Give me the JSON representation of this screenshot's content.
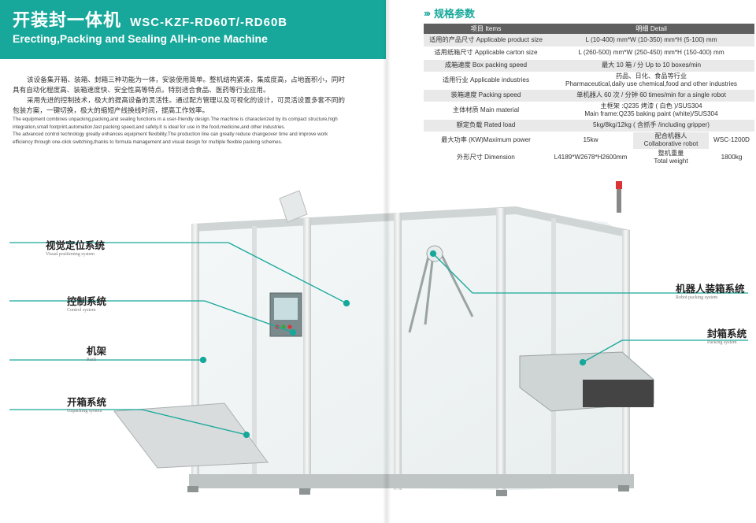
{
  "header": {
    "title_cn": "开装封一体机",
    "model": "WSC-KZF-RD60T/-RD60B",
    "title_en": "Erecting,Packing and Sealing All-in-one Machine"
  },
  "description": {
    "cn_para1": "该设备集开箱、装箱、封箱三种功能为一体，安装使用简单。整机结构紧凑，集成度高，占地面积小，同时具有自动化程度高、装箱速度快、安全性高等特点。特别适合食品、医药等行业应用。",
    "cn_para2": "采用先进的控制技术，极大的提高设备的灵活性。通过配方管理以及可视化的设计，可灵活设置多套不同的包装方案，一键切换，极大的缩短产线换线时间，提高工作效率。",
    "en_para1": "The equipment combines unpacking,packing,and sealing functions in a user-friendly design.The machine is characterized by its compact structure,high integration,small footprint,automation,fast packing speed,and safety.It is ideal for use in the food,medicine,and other industries.",
    "en_para2": "The advanced control technology greatly enhances equipment flexibility.The production line can greatly reduce changeover time and improve work efficiency through one-click switching,thanks to formula management and visual design for multiple flexible packing schemes."
  },
  "spec": {
    "title": "规格参数",
    "headers": [
      "项目 Items",
      "明细 Detail"
    ],
    "rows": [
      {
        "item": "适用的产品尺寸 Applicable product size",
        "detail": "L (10-400) mm*W (10-350) mm*H (5-100) mm"
      },
      {
        "item": "适用纸箱尺寸 Applicable carton size",
        "detail": "L (260-500) mm*W (250-450) mm*H (150-400) mm"
      },
      {
        "item": "成箱速度 Box packing speed",
        "detail": "最大 10 箱 / 分 Up to 10 boxes/min"
      },
      {
        "item": "适用行业 Applicable industries",
        "detail": "药品、日化、食品等行业",
        "detail2": "Pharmaceutical,daily use chemical,food and other industries"
      },
      {
        "item": "装箱速度 Packing speed",
        "detail": "单机器人 60 次 / 分钟 60 times/min for a single robot"
      },
      {
        "item": "主体材质 Main material",
        "detail": "主框架 :Q235 烤漆 ( 白色 )/SUS304",
        "detail2": "Main frame:Q235 baking paint (white)/SUS304"
      },
      {
        "item": "额定负载 Rated load",
        "detail": "5kg/8kg/12kg ( 含抓手 /including gripper)"
      }
    ],
    "power_row": {
      "item": "最大功率 (KW)Maximum power",
      "value": "15kw",
      "mid_cn": "配合机器人",
      "mid_en": "Collaborative robot",
      "right": "WSC-1200D"
    },
    "dim_row": {
      "item": "外形尺寸 Dimension",
      "value": "L4189*W2678*H2600mm",
      "mid_cn": "整机重量",
      "mid_en": "Total weight",
      "right": "1800kg"
    }
  },
  "callouts": {
    "vision": {
      "cn": "视觉定位系统",
      "en": "Visual positioning system"
    },
    "control": {
      "cn": "控制系统",
      "en": "Control system"
    },
    "rack": {
      "cn": "机架",
      "en": "Rack"
    },
    "unpacking": {
      "cn": "开箱系统",
      "en": "Unpacking system"
    },
    "robot": {
      "cn": "机器人装箱系统",
      "en": "Robot packing system"
    },
    "sealing": {
      "cn": "封箱系统",
      "en": "Packing system"
    }
  },
  "colors": {
    "accent": "#17a89b",
    "table_header": "#5f5f5f",
    "table_shade": "#e9e9e9"
  }
}
